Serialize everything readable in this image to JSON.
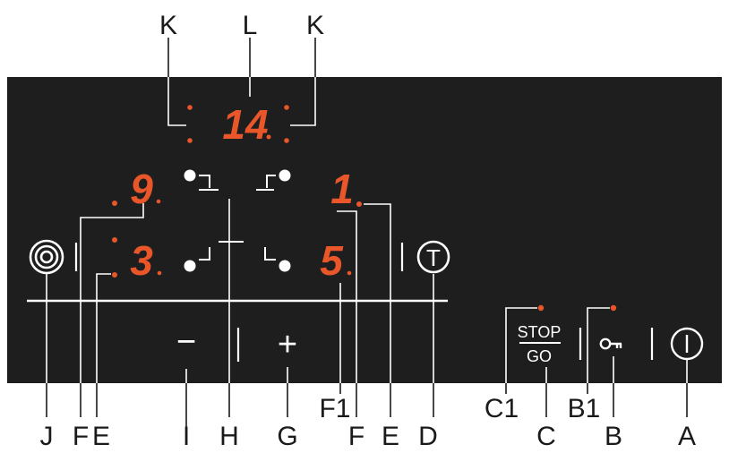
{
  "callouts": {
    "K_left": "K",
    "L": "L",
    "K_right": "K",
    "J": "J",
    "F_left": "F",
    "E_left": "E",
    "I": "I",
    "H": "H",
    "G": "G",
    "F1": "F1",
    "F_right": "F",
    "E_right": "E",
    "D": "D",
    "C1": "C1",
    "C": "C",
    "B1": "B1",
    "B": "B",
    "A": "A"
  },
  "displays": {
    "timer": "14",
    "zone_top_left": "9",
    "zone_bottom_left": "3",
    "zone_top_right": "1",
    "zone_bottom_right": "5"
  },
  "controls": {
    "minus": "−",
    "plus": "+",
    "stop": "STOP",
    "go": "GO",
    "timer_button": "T"
  },
  "icons": {
    "zone_select": "concentric-circles-icon",
    "lock": "key-icon",
    "power": "power-icon",
    "timer": "timer-t-icon",
    "zone_marker": "hob-zone-quadrant-icon"
  },
  "colors": {
    "panel": "#1e1e1e",
    "digits": "#e8562a",
    "indicator": "#e8562a",
    "lines": "#ffffff",
    "callout_text": "#1a1a1a"
  }
}
